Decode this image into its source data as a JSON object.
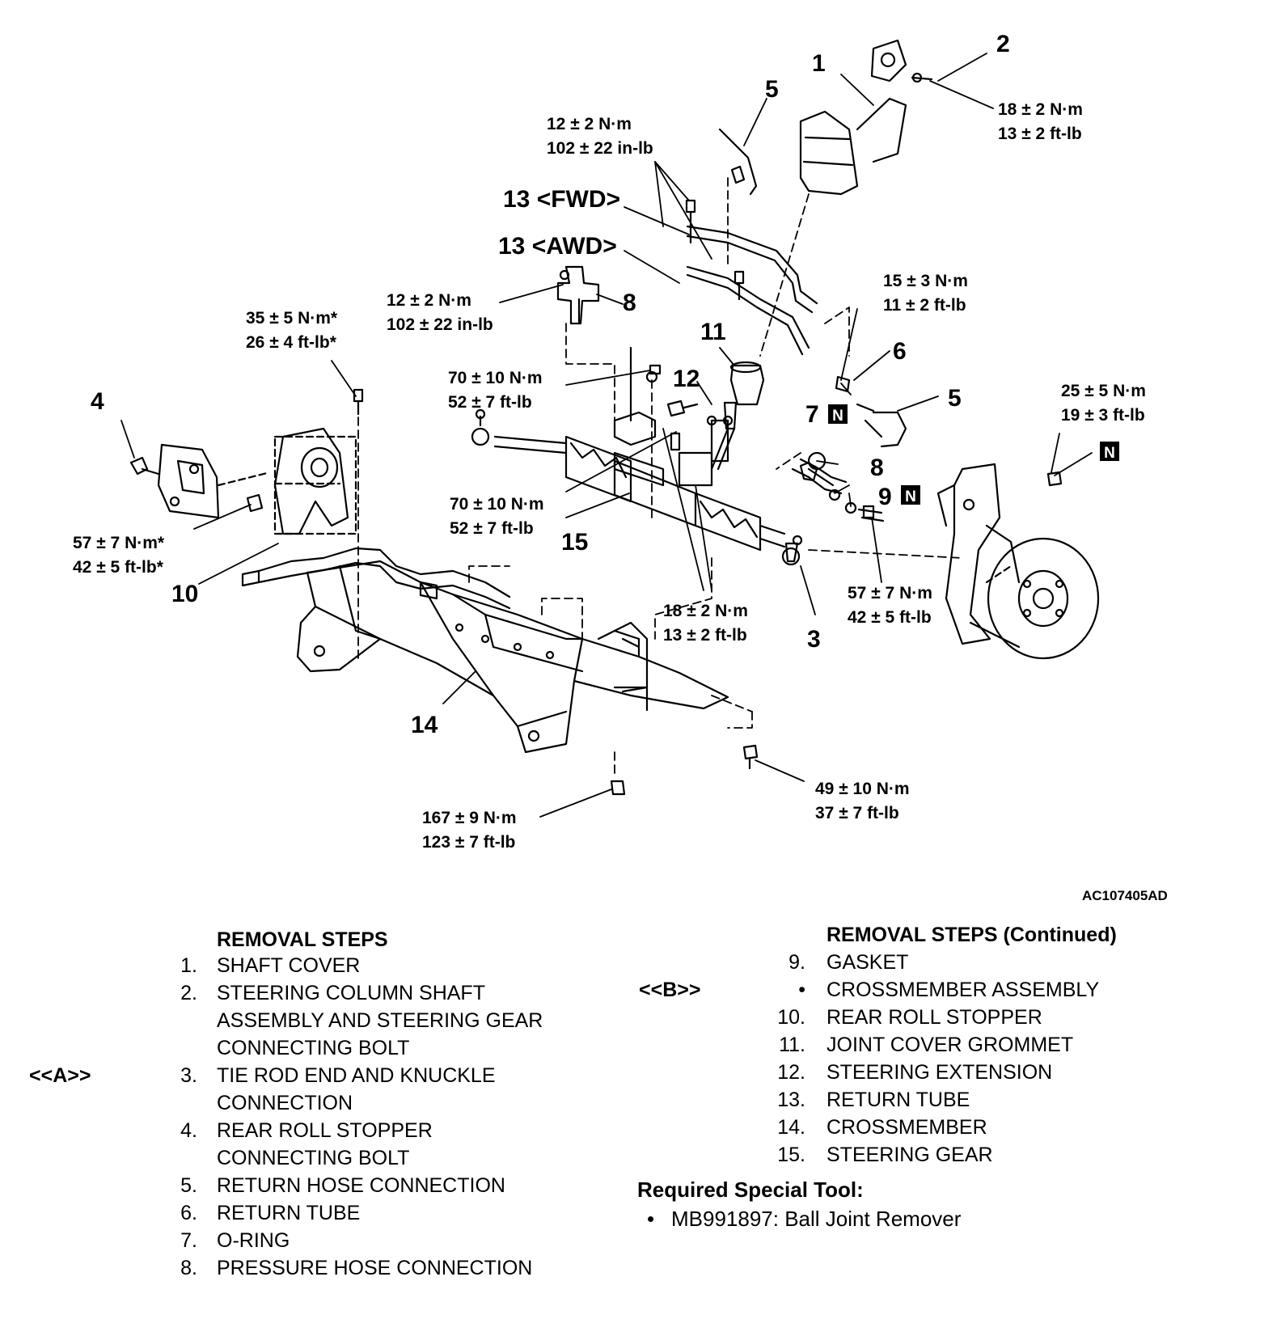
{
  "diagram": {
    "callouts": [
      "1",
      "2",
      "3",
      "4",
      "5",
      "5",
      "6",
      "7",
      "8",
      "8",
      "9",
      "10",
      "11",
      "12",
      "13 <FWD>",
      "13 <AWD>",
      "14",
      "15"
    ],
    "new_part_mark": "N",
    "torques": {
      "t_col_bolt": [
        "18 ± 2 N·m",
        "13 ± 2 ft-lb"
      ],
      "t_return_tube": [
        "12 ± 2 N·m",
        "102 ± 22 in-lb"
      ],
      "t_pressure_hose": [
        "12 ± 2 N·m",
        "102 ± 22 in-lb"
      ],
      "t_eye_bolt": [
        "15 ± 3 N·m",
        "11 ± 2 ft-lb"
      ],
      "t_roll_top": [
        "35 ± 5 N·m*",
        "26 ± 4 ft-lb*"
      ],
      "t_bracket": [
        "70 ± 10 N·m",
        "52 ± 7 ft-lb"
      ],
      "t_knuckle_nut": [
        "25 ± 5 N·m",
        "19 ± 3 ft-lb"
      ],
      "t_roll_side": [
        "57 ± 7 N·m*",
        "42 ± 5 ft-lb*"
      ],
      "t_gear_mount": [
        "70 ± 10 N·m",
        "52 ± 7 ft-lb"
      ],
      "t_ext_bolt": [
        "18 ± 2 N·m",
        "13 ± 2 ft-lb"
      ],
      "t_gasket_bolt": [
        "57 ± 7 N·m",
        "42 ± 5 ft-lb"
      ],
      "t_cross_rear": [
        "49 ± 10 N·m",
        "37 ± 7 ft-lb"
      ],
      "t_cross_main": [
        "167 ± 9 N·m",
        "123 ± 7 ft-lb"
      ]
    },
    "figure_id": "AC107405AD"
  },
  "removal_steps": {
    "heading": "REMOVAL STEPS",
    "heading_cont": "REMOVAL STEPS (Continued)",
    "tag_a": "<<A>>",
    "tag_b": "<<B>>",
    "left": [
      {
        "num": "1.",
        "lines": [
          "SHAFT COVER"
        ]
      },
      {
        "num": "2.",
        "lines": [
          "STEERING COLUMN SHAFT",
          "ASSEMBLY AND STEERING GEAR",
          "CONNECTING BOLT"
        ]
      },
      {
        "num": "3.",
        "lines": [
          "TIE ROD END AND KNUCKLE",
          "CONNECTION"
        ]
      },
      {
        "num": "4.",
        "lines": [
          "REAR ROLL STOPPER",
          "CONNECTING BOLT"
        ]
      },
      {
        "num": "5.",
        "lines": [
          "RETURN HOSE CONNECTION"
        ]
      },
      {
        "num": "6.",
        "lines": [
          "RETURN TUBE"
        ]
      },
      {
        "num": "7.",
        "lines": [
          "O-RING"
        ]
      },
      {
        "num": "8.",
        "lines": [
          "PRESSURE HOSE CONNECTION"
        ]
      }
    ],
    "right": [
      {
        "num": "9.",
        "text": "GASKET"
      },
      {
        "num": "•",
        "text": "CROSSMEMBER ASSEMBLY"
      },
      {
        "num": "10.",
        "text": "REAR ROLL STOPPER"
      },
      {
        "num": "11.",
        "text": "JOINT COVER GROMMET"
      },
      {
        "num": "12.",
        "text": "STEERING EXTENSION"
      },
      {
        "num": "13.",
        "text": "RETURN TUBE"
      },
      {
        "num": "14.",
        "text": "CROSSMEMBER"
      },
      {
        "num": "15.",
        "text": "STEERING GEAR"
      }
    ]
  },
  "special_tool": {
    "heading": "Required Special Tool:",
    "bullet": "•",
    "item": "MB991897: Ball Joint Remover"
  }
}
